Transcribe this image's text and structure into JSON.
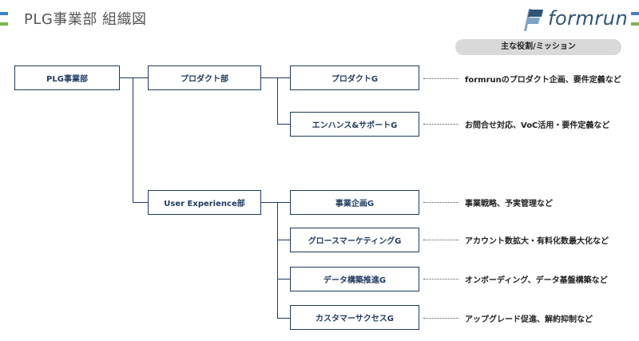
{
  "title": "PLG事業部 組織図",
  "logo": {
    "text": "formrun",
    "icon": "flag-icon"
  },
  "roles_header": "主な役割/ミッション",
  "root": {
    "label": "PLG事業部"
  },
  "departments": [
    {
      "label": "プロダクト部"
    },
    {
      "label": "User Experience部"
    }
  ],
  "groups": [
    {
      "label": "プロダクトG",
      "role": "formrunのプロダクト企画、要件定義など"
    },
    {
      "label": "エンハンス&サポートG",
      "role": "お問合せ対応、VoC活用・要件定義など"
    },
    {
      "label": "事業企画G",
      "role": "事業戦略、予実管理など"
    },
    {
      "label": "グロースマーケティングG",
      "role": "アカウント数拡大・有料化数最大化など"
    },
    {
      "label": "データ構築推進G",
      "role": "オンボーディング、データ基盤構築など"
    },
    {
      "label": "カスタマーサクセスG",
      "role": "アップグレード促進、解約抑制など"
    }
  ],
  "colors": {
    "navy": "#1f3a5f",
    "accent_blue": "#3b82c4",
    "accent_green": "#7ab648",
    "pill_bg": "#d9d9d9"
  }
}
